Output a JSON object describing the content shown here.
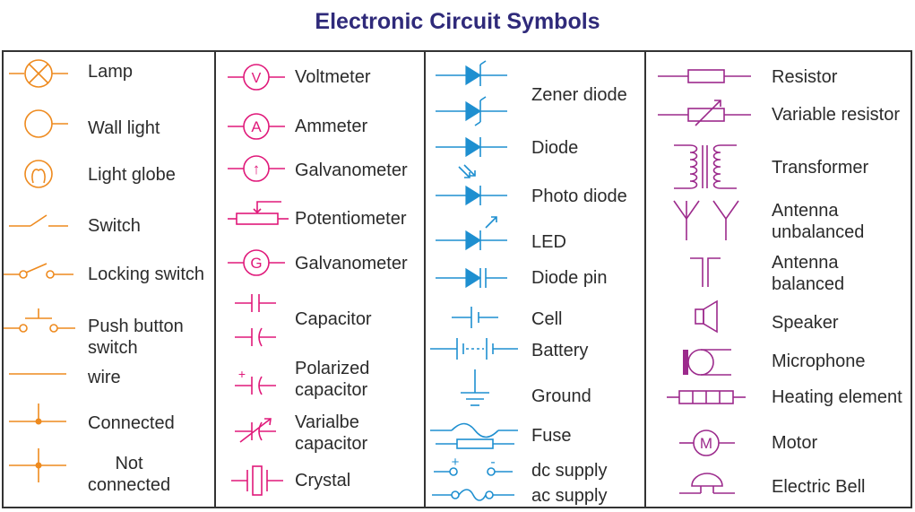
{
  "title": "Electronic Circuit Symbols",
  "columns": [
    {
      "items": [
        {
          "name": "lamp",
          "label": "Lamp"
        },
        {
          "name": "wall-light",
          "label": "Wall light"
        },
        {
          "name": "light-globe",
          "label": "Light globe"
        },
        {
          "name": "switch",
          "label": "Switch"
        },
        {
          "name": "locking-switch",
          "label": "Locking switch"
        },
        {
          "name": "push-button-switch",
          "label": "Push button\nswitch"
        },
        {
          "name": "wire",
          "label": "wire"
        },
        {
          "name": "connected",
          "label": "Connected"
        },
        {
          "name": "not-connected",
          "label": "Not\nconnected"
        }
      ]
    },
    {
      "items": [
        {
          "name": "voltmeter",
          "label": "Voltmeter",
          "glyph": "V"
        },
        {
          "name": "ammeter",
          "label": "Ammeter",
          "glyph": "A"
        },
        {
          "name": "galvanometer-arrow",
          "label": "Galvanometer",
          "glyph": "↑"
        },
        {
          "name": "potentiometer",
          "label": "Potentiometer"
        },
        {
          "name": "galvanometer-g",
          "label": "Galvanometer",
          "glyph": "G"
        },
        {
          "name": "capacitor",
          "label": "Capacitor"
        },
        {
          "name": "polarized-capacitor",
          "label": "Polarized\ncapacitor",
          "glyph": "+"
        },
        {
          "name": "variable-capacitor",
          "label": "Varialbe\ncapacitor"
        },
        {
          "name": "crystal",
          "label": "Crystal"
        }
      ]
    },
    {
      "items": [
        {
          "name": "zener-diode",
          "label": "Zener diode"
        },
        {
          "name": "diode",
          "label": "Diode"
        },
        {
          "name": "photo-diode",
          "label": "Photo diode"
        },
        {
          "name": "led",
          "label": "LED"
        },
        {
          "name": "diode-pin",
          "label": "Diode pin"
        },
        {
          "name": "cell",
          "label": "Cell"
        },
        {
          "name": "battery",
          "label": "Battery"
        },
        {
          "name": "ground",
          "label": "Ground"
        },
        {
          "name": "fuse",
          "label": "Fuse"
        },
        {
          "name": "dc-supply",
          "label": "dc supply",
          "glyph_plus": "+",
          "glyph_minus": "-"
        },
        {
          "name": "ac-supply",
          "label": "ac supply"
        }
      ]
    },
    {
      "items": [
        {
          "name": "resistor",
          "label": "Resistor"
        },
        {
          "name": "variable-resistor",
          "label": "Variable resistor"
        },
        {
          "name": "transformer",
          "label": "Transformer"
        },
        {
          "name": "antenna-unbalanced",
          "label": "Antenna\nunbalanced"
        },
        {
          "name": "antenna-balanced",
          "label": "Antenna\nbalanced"
        },
        {
          "name": "speaker",
          "label": "Speaker"
        },
        {
          "name": "microphone",
          "label": "Microphone"
        },
        {
          "name": "heating-element",
          "label": "Heating element"
        },
        {
          "name": "motor",
          "label": "Motor",
          "glyph": "M"
        },
        {
          "name": "electric-bell",
          "label": "Electric Bell"
        }
      ]
    }
  ],
  "colors": {
    "title": "#2f2a7a",
    "col1": "#ee8a1e",
    "col2": "#e0197a",
    "col3": "#1e8fd0",
    "col4": "#9c2a8c",
    "border": "#333333"
  }
}
